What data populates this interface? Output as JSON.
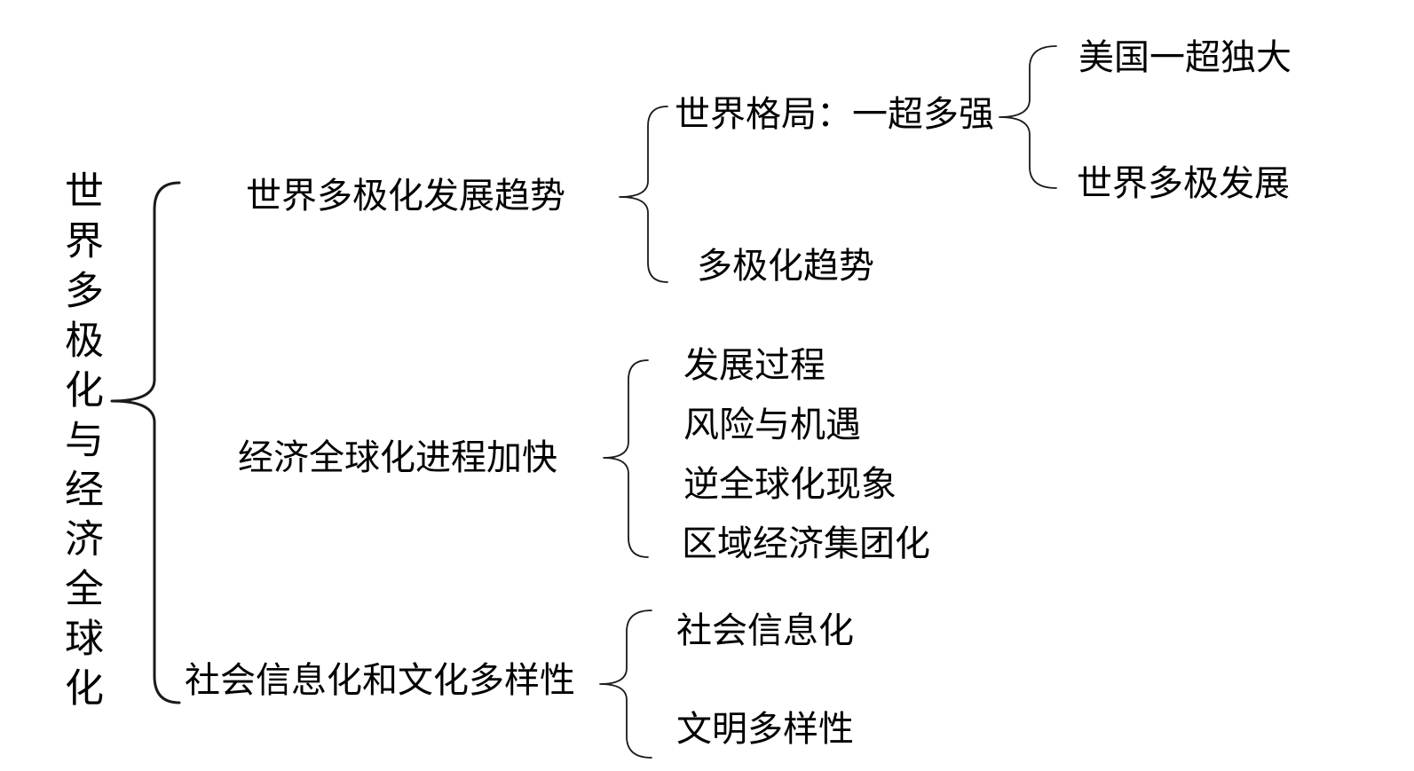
{
  "colors": {
    "background": "#ffffff",
    "text": "#000000",
    "line": "#1a1a1a"
  },
  "diagram": {
    "type": "tree-bracket-diagram",
    "orientation": "left-to-right",
    "connector_style": "curly-brace"
  },
  "tree": {
    "root": "世界多极化与经济全球化",
    "branches": [
      {
        "label": "世界多极化发展趋势",
        "children": [
          {
            "label": "世界格局：一超多强",
            "children": [
              {
                "label": "美国一超独大"
              },
              {
                "label": "世界多极发展"
              }
            ]
          },
          {
            "label": "多极化趋势"
          }
        ]
      },
      {
        "label": "经济全球化进程加快",
        "children": [
          {
            "label": "发展过程"
          },
          {
            "label": "风险与机遇"
          },
          {
            "label": "逆全球化现象"
          },
          {
            "label": "区域经济集团化"
          }
        ]
      },
      {
        "label": "社会信息化和文化多样性",
        "children": [
          {
            "label": "社会信息化"
          },
          {
            "label": "文明多样性"
          }
        ]
      }
    ]
  }
}
